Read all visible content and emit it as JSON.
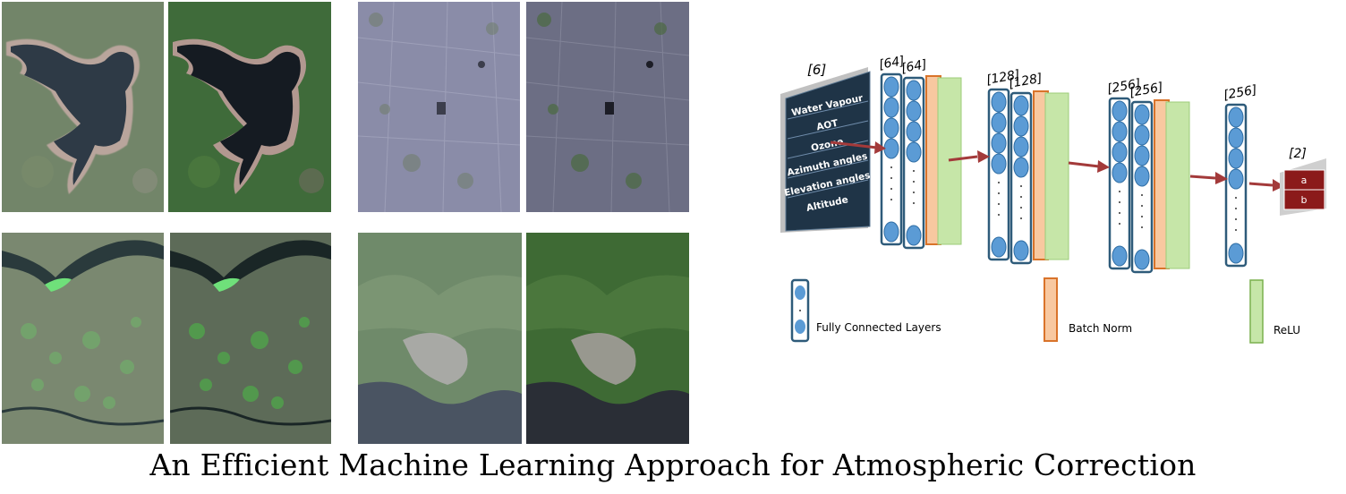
{
  "caption": "An Efficient Machine Learning Approach for Atmospheric Correction",
  "images": [
    {
      "name": "reservoir-input-image",
      "scene": "reservoir",
      "variant": "hazy"
    },
    {
      "name": "reservoir-corrected-image",
      "scene": "reservoir",
      "variant": "corrected"
    },
    {
      "name": "city-input-image",
      "scene": "city",
      "variant": "hazy"
    },
    {
      "name": "city-corrected-image",
      "scene": "city",
      "variant": "corrected"
    },
    {
      "name": "river-input-image",
      "scene": "river",
      "variant": "hazy"
    },
    {
      "name": "river-corrected-image",
      "scene": "river",
      "variant": "corrected"
    },
    {
      "name": "mountain-input-image",
      "scene": "mountain",
      "variant": "hazy"
    },
    {
      "name": "mountain-corrected-image",
      "scene": "mountain",
      "variant": "corrected"
    }
  ],
  "diagram": {
    "input": {
      "size": "[6]",
      "features": [
        "Water Vapour",
        "AOT",
        "Ozone",
        "Azimuth angles",
        "Elevation angles",
        "Altitude"
      ]
    },
    "blocks": [
      {
        "sizes": [
          "[64]",
          "[64]"
        ]
      },
      {
        "sizes": [
          "[128]",
          "[128]"
        ]
      },
      {
        "sizes": [
          "[256]",
          "[256]"
        ]
      }
    ],
    "final_layer": {
      "size": "[256]"
    },
    "output": {
      "size": "[2]",
      "values": [
        "a",
        "b"
      ]
    },
    "legend": {
      "fc": "Fully Connected Layers",
      "bn": "Batch Norm",
      "relu": "ReLU"
    },
    "colors": {
      "node": "#5b9bd5",
      "layer_border": "#2e5b7a",
      "batch_norm": "#f8c8a0",
      "relu": "#c6e6a8",
      "arrow": "#a33a3a",
      "input_box": "#1f3447",
      "output_box": "#8b1a1a"
    }
  }
}
